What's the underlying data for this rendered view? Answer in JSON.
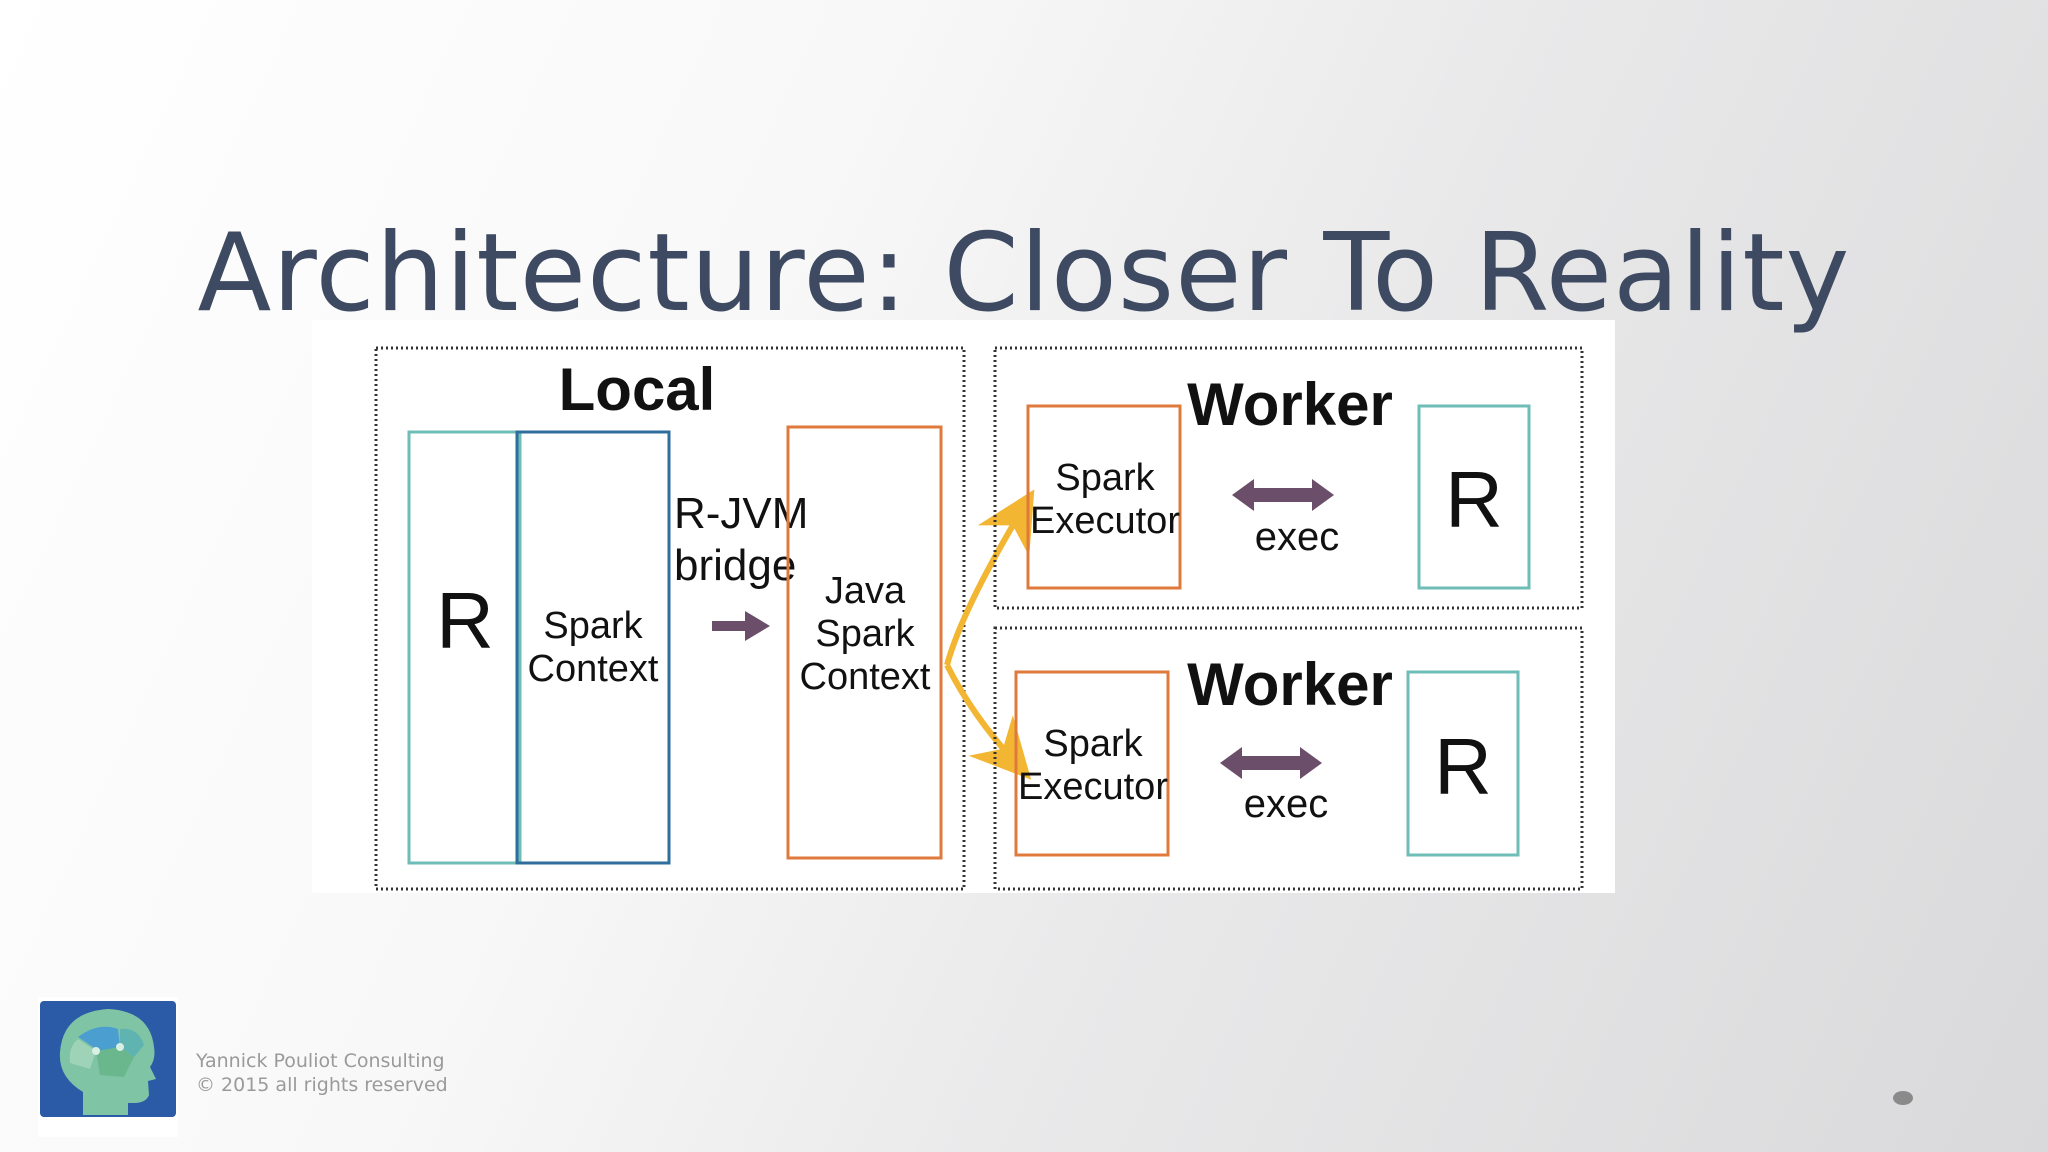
{
  "slide": {
    "title": "Architecture: Closer To Reality"
  },
  "diagram": {
    "local": {
      "title": "Local",
      "r_label": "R",
      "spark_context": [
        "Spark",
        "Context"
      ],
      "bridge": [
        "R-JVM",
        "bridge"
      ],
      "java_spark_context": [
        "Java",
        "Spark",
        "Context"
      ]
    },
    "workers": [
      {
        "title": "Worker",
        "executor": [
          "Spark",
          "Executor"
        ],
        "exec_label": "exec",
        "r_label": "R"
      },
      {
        "title": "Worker",
        "executor": [
          "Spark",
          "Executor"
        ],
        "exec_label": "exec",
        "r_label": "R"
      }
    ],
    "colors": {
      "r_box": "#6fbdb7",
      "spark_context_box": "#2f6d9c",
      "orange_box": "#e07a3c",
      "dispatch_arrows": "#f2b632",
      "double_arrow": "#6b4f6a",
      "dotted_border": "#333333"
    }
  },
  "footer": {
    "company": "Yannick Pouliot Consulting",
    "copyright": "© 2015 all rights reserved",
    "logo_icon": "head-puzzle-logo-icon"
  }
}
